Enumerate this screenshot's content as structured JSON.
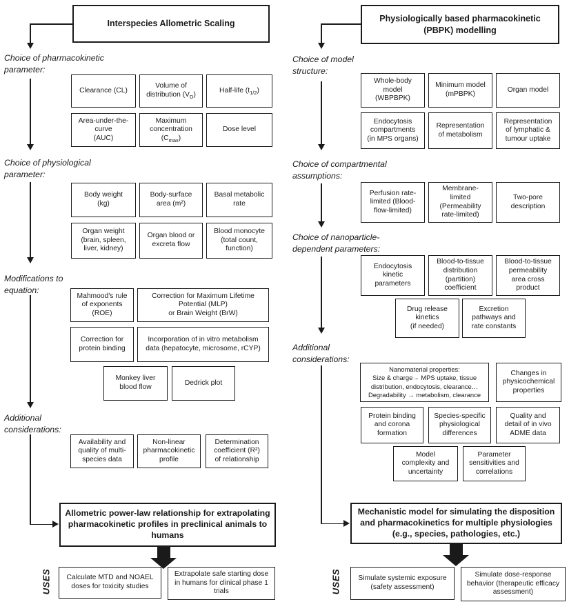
{
  "colors": {
    "line": "#1a1a1a",
    "background": "#ffffff",
    "text": "#1a1a1a"
  },
  "left": {
    "title": "Interspecies Allometric Scaling",
    "section1_label": "Choice of pharmacokinetic\nparameter:",
    "box_clearance": "Clearance (CL)",
    "box_volume": {
      "pre": "Volume of\ndistribution (V",
      "sub": "D",
      "post": ")"
    },
    "box_halflife": {
      "pre": "Half-life (t",
      "sub": "1/2",
      "post": ")"
    },
    "box_auc": "Area-under-the-\ncurve\n(AUC)",
    "box_cmax": {
      "pre": "Maximum\nconcentration\n(C",
      "sub": "max",
      "post": ")"
    },
    "box_dose": "Dose level",
    "section2_label": "Choice of physiological\nparameter:",
    "box_bodyweight": "Body weight\n(kg)",
    "box_bsa": "Body-surface\narea (m²)",
    "box_bmr": "Basal metabolic\nrate",
    "box_organweight": "Organ weight\n(brain, spleen,\nliver, kidney)",
    "box_organblood": "Organ blood or\nexcreta flow",
    "box_monocyte": "Blood monocyte\n(total count,\nfunction)",
    "section3_label": "Modifications to\nequation:",
    "box_roe": "Mahmood's rule\nof exponents\n(ROE)",
    "box_mlp": "Correction for Maximum Lifetime\nPotential (MLP)\nor Brain Weight (BrW)",
    "box_protein": "Correction for\nprotein binding",
    "box_invitro": "Incorporation of in vitro metabolism\ndata (hepatocyte, microsome, rCYP)",
    "box_monkey": "Monkey liver\nblood flow",
    "box_dedrick": "Dedrick plot",
    "section4_label": "Additional\nconsiderations:",
    "box_availability": "Availability and\nquality of multi-\nspecies data",
    "box_nonlinear": "Non-linear\npharmacokinetic\nprofile",
    "box_determination": "Determination\ncoefficient (R²)\nof relationship",
    "outcome": "Allometric power-law relationship for extrapolating\npharmacokinetic profiles in preclinical animals to\nhumans",
    "uses_label": "USES",
    "use1": "Calculate MTD and NOAEL\ndoses for toxicity studies",
    "use2": "Extrapolate safe starting dose\nin humans for clinical phase 1\ntrials"
  },
  "right": {
    "title": "Physiologically based pharmacokinetic\n(PBPK) modelling",
    "section1_label": "Choice of model\nstructure:",
    "box_wholebody": "Whole-body\nmodel\n(WBPBPK)",
    "box_minimum": "Minimum model\n(mPBPK)",
    "box_organ": "Organ model",
    "box_endocomp": "Endocytosis\ncompartments\n(in MPS organs)",
    "box_metab": "Representation\nof metabolism",
    "box_lymph": "Representation\nof lymphatic &\ntumour uptake",
    "section2_label": "Choice of compartmental\nassumptions:",
    "box_perfusion": "Perfusion rate-\nlimited (Blood-\nflow-limited)",
    "box_membrane": "Membrane-\nlimited\n(Permeability\nrate-limited)",
    "box_twopore": "Two-pore\ndescription",
    "section3_label": "Choice of nanoparticle-\ndependent parameters:",
    "box_endokinetic": "Endocytosis\nkinetic\nparameters",
    "box_distribution": "Blood-to-tissue\ndistribution\n(partition)\ncoefficient",
    "box_permeability": "Blood-to-tissue\npermeability\narea cross\nproduct",
    "box_release": "Drug release\nkinetics\n(if needed)",
    "box_excretion": "Excretion\npathways and\nrate constants",
    "section4_label": "Additional\nconsiderations:",
    "box_nanomaterial": "Nanomaterial properties:\nSize & charge→ MPS uptake, tissue\ndistribution, endocytosis, clearance…\nDegradability → metabolism, clearance",
    "box_changes": "Changes in\nphysicochemical\nproperties",
    "box_corona": "Protein binding\nand corona\nformation",
    "box_species": "Species-specific\nphysiological\ndifferences",
    "box_quality": "Quality and\ndetail of in vivo\nADME data",
    "box_complexity": "Model\ncomplexity and\nuncertainty",
    "box_sensitivity": "Parameter\nsensitivities and\ncorrelations",
    "outcome": "Mechanistic model for simulating the disposition\nand pharmacokinetics for multiple physiologies\n(e.g., species, pathologies, etc.)",
    "uses_label": "USES",
    "use1": "Simulate systemic exposure\n(safety assessment)",
    "use2": "Simulate dose-response\nbehavior (therapeutic efficacy\nassessment)"
  }
}
